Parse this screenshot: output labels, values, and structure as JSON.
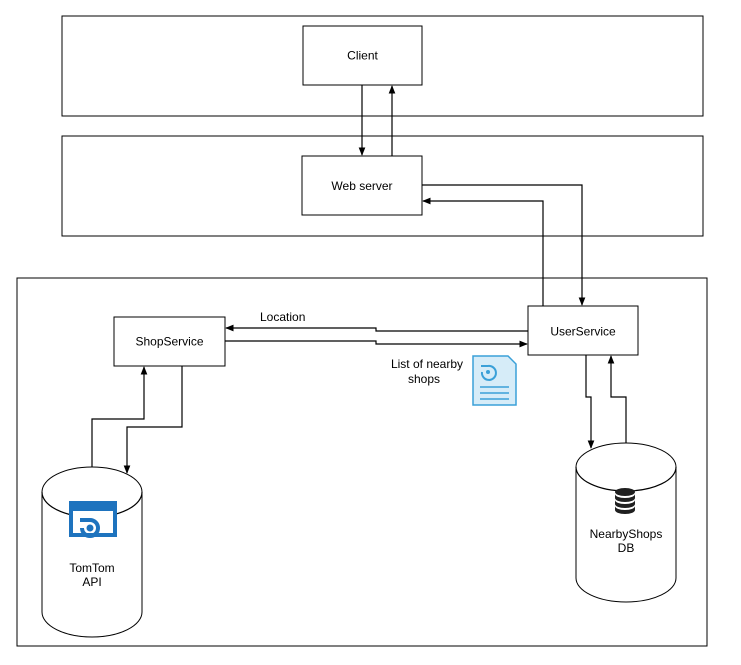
{
  "nodes": {
    "client": "Client",
    "web_server": "Web server",
    "shop_service": "ShopService",
    "user_service": "UserService",
    "tomtom_api": [
      "TomTom",
      "API"
    ],
    "nearbyshops_db": [
      "NearbyShops",
      "DB"
    ]
  },
  "edge_labels": {
    "location": "Location",
    "nearby_shops": [
      "List of nearby",
      "shops"
    ]
  },
  "icons": {
    "tomtom": "tomtom-logo-icon",
    "shops_document": "document-icon",
    "database": "database-icon"
  },
  "colors": {
    "stroke": "#000000",
    "tomtom_blue": "#1e73be",
    "document_fill": "#d6ecf8",
    "document_stroke": "#3aa0d8"
  }
}
